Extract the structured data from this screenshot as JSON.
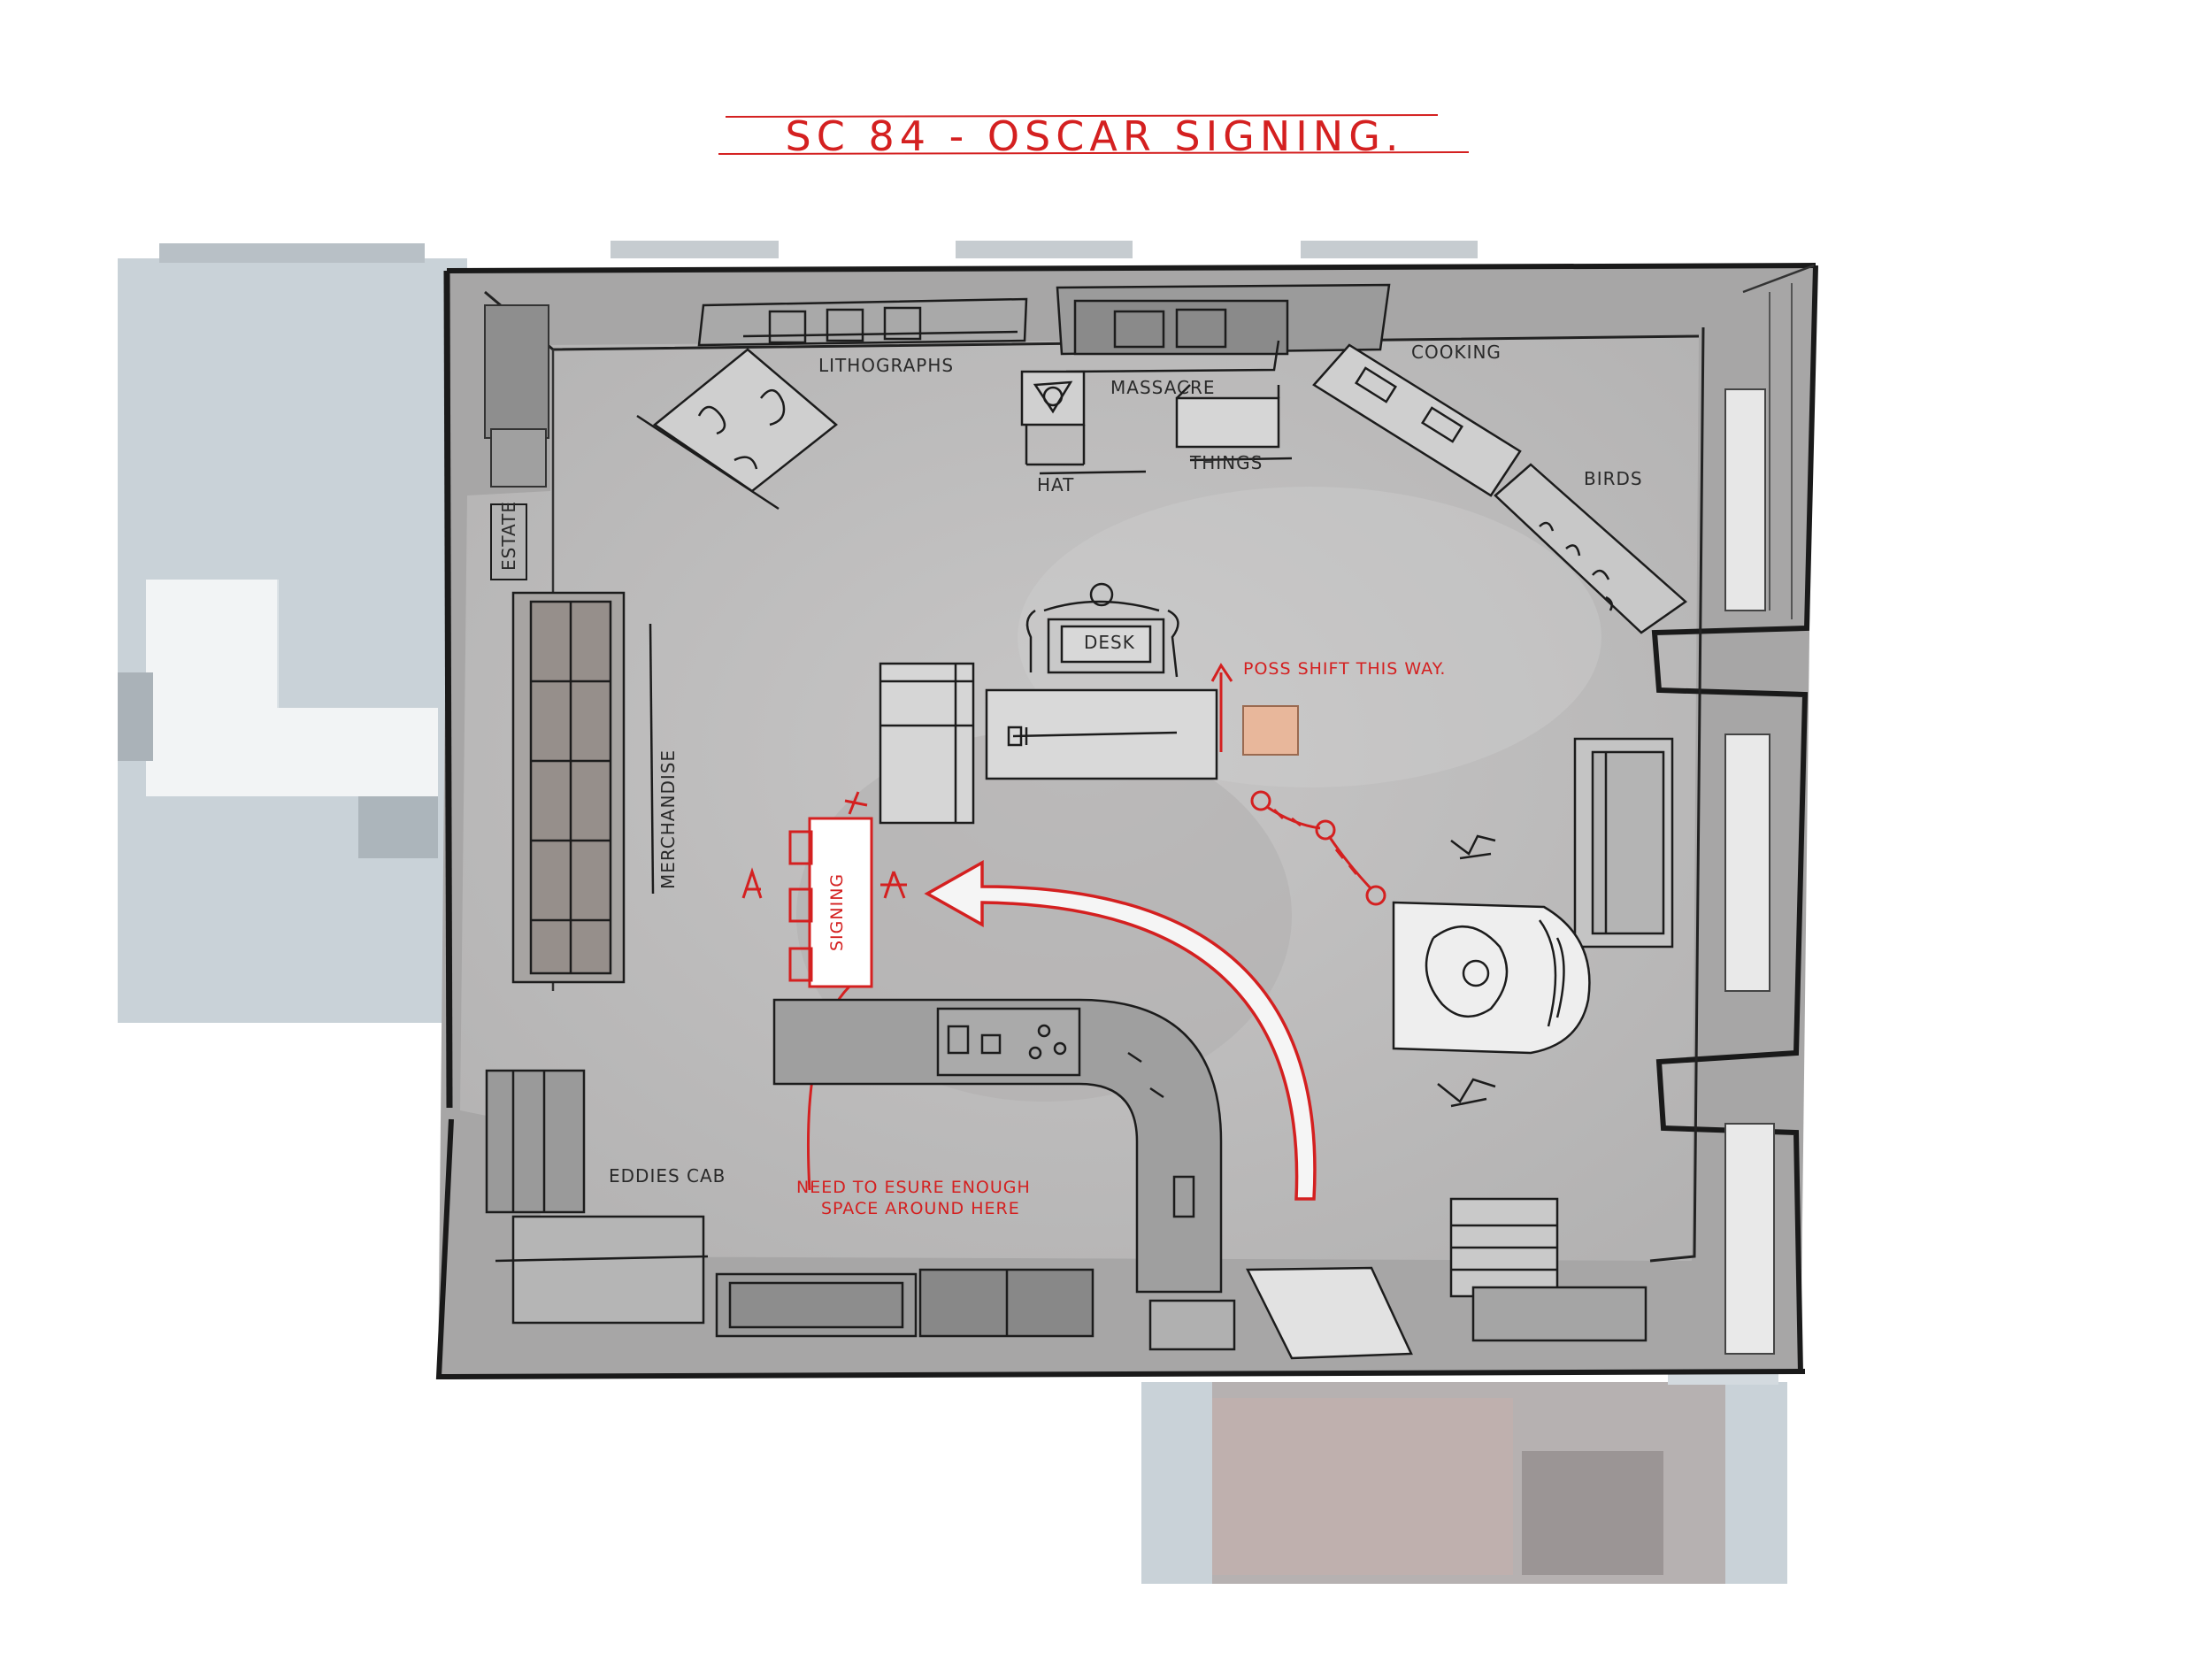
{
  "title": "SC 84 - OSCAR SIGNING.",
  "labels": {
    "lithographs": "LITHOGRAPHS",
    "massacre": "MASSACRE",
    "cooking": "COOKING",
    "birds": "BIRDS",
    "hat": "HAT",
    "things": "THINGS",
    "estate": "ESTATE",
    "merchandise": "MERCHANDISE",
    "desk": "DESK",
    "signing": "SIGNING",
    "eddies_cab": "EDDIES CAB"
  },
  "annotations": {
    "shift_note": "POSS SHIFT THIS WAY.",
    "space_note_line1": "NEED TO ESURE ENOUGH",
    "space_note_line2": "SPACE AROUND HERE"
  },
  "colors": {
    "floor": "#bdbcbc",
    "wall": "#a9a9a9",
    "outside_blue": "#c9d2d8",
    "red_markup": "#d42020",
    "ink": "#1c1c1c",
    "moved_box": "#e8b79b"
  }
}
